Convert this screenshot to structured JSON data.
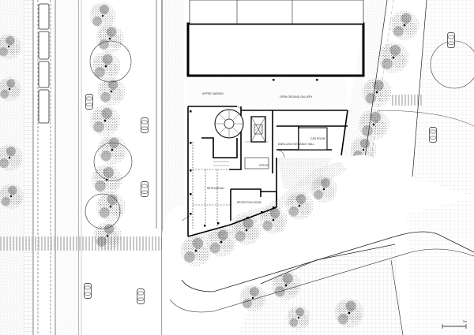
{
  "plan": {
    "room_labels": {
      "upper_garden": "UPPER GARDEN",
      "open_ground_gallery": "OPEN GROUND GALLERY",
      "dwelling_entrance": "DWELLING ENTRANCE HALL",
      "car_room": "CAR ROOM",
      "office": "OFFICE",
      "restaurant": "RESTAURANT",
      "reception": "RECEPTION ROOM"
    },
    "scale_bar": {
      "label": "5m"
    },
    "colors": {
      "line": "#111111",
      "paper": "#ffffff",
      "foliage": "#222222"
    }
  }
}
